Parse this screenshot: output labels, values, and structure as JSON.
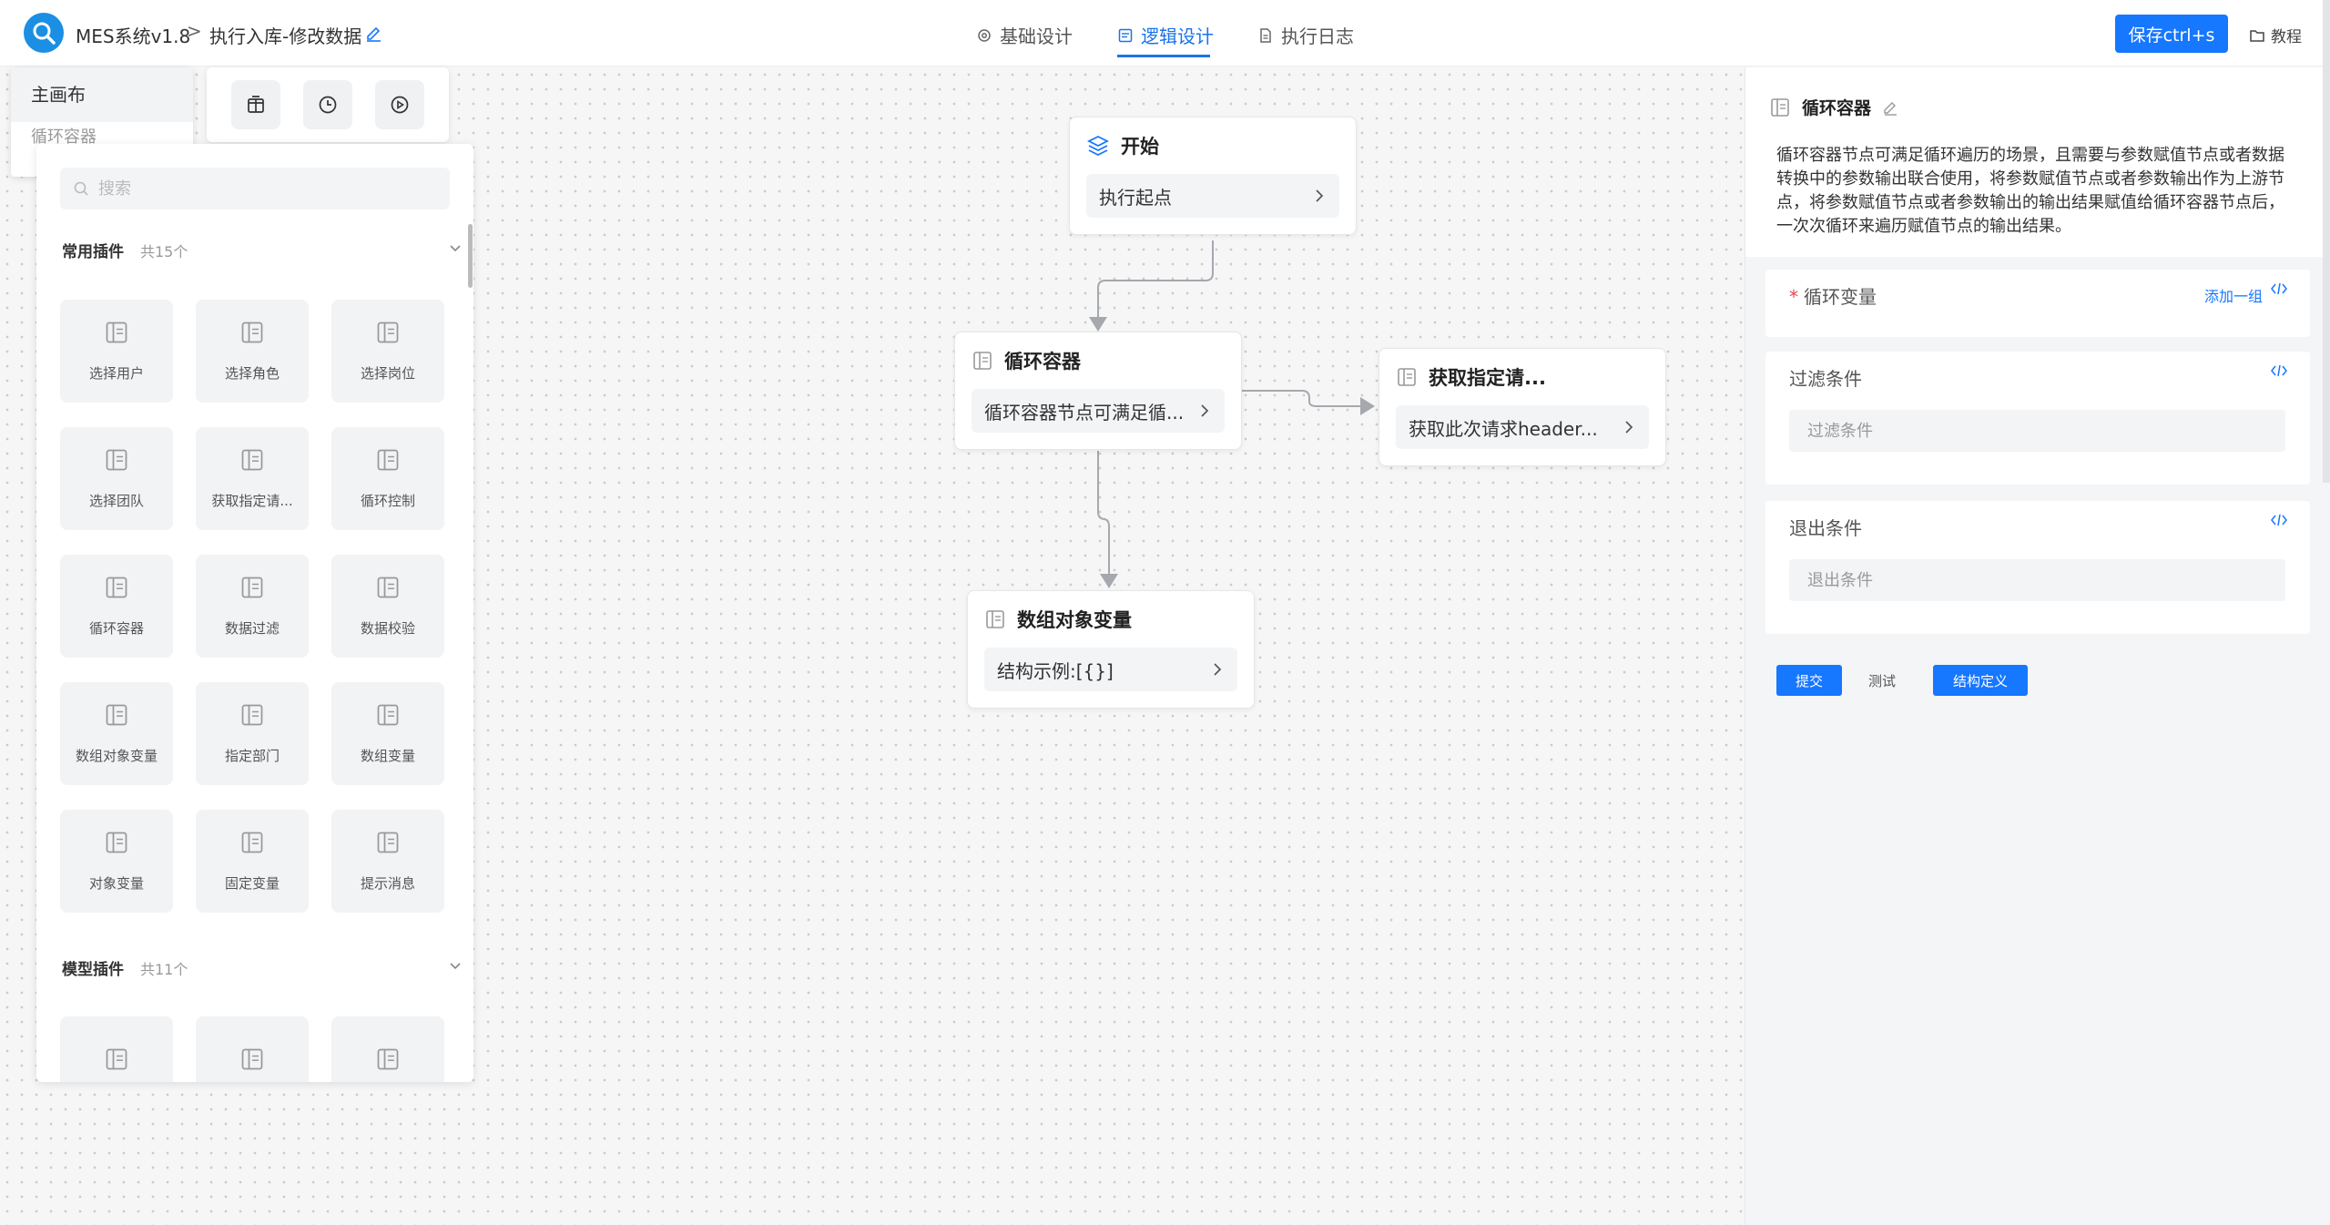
{
  "header": {
    "app_name": "MES系统v1.8",
    "separator": ">",
    "page_title": "执行入库-修改数据",
    "tabs": [
      {
        "label": "基础设计",
        "icon": "gear-icon"
      },
      {
        "label": "逻辑设计",
        "icon": "document-icon",
        "active": true
      },
      {
        "label": "执行日志",
        "icon": "file-icon"
      }
    ],
    "save_label": "保存ctrl+s",
    "tutorial_label": "教程",
    "accent_color": "#1677ff"
  },
  "canvas_menu": {
    "items": [
      "主画布",
      "循环容器"
    ]
  },
  "toolbar": {
    "icons": [
      "package-icon",
      "clock-icon",
      "play-icon"
    ]
  },
  "plugins": {
    "search_placeholder": "搜索",
    "sections": [
      {
        "title": "常用插件",
        "count": "共15个",
        "items": [
          "选择用户",
          "选择角色",
          "选择岗位",
          "选择团队",
          "获取指定请...",
          "循环控制",
          "循环容器",
          "数据过滤",
          "数据校验",
          "数组对象变量",
          "指定部门",
          "数组变量",
          "对象变量",
          "固定变量",
          "提示消息"
        ]
      },
      {
        "title": "模型插件",
        "count": "共11个",
        "items": [
          "",
          "",
          ""
        ]
      }
    ]
  },
  "nodes": [
    {
      "title": "开始",
      "body": "执行起点",
      "icon": "layers-icon"
    },
    {
      "title": "循环容器",
      "body": "循环容器节点可满足循...",
      "icon": "panel-icon"
    },
    {
      "title": "获取指定请...",
      "body": "获取此次请求header...",
      "icon": "panel-icon"
    },
    {
      "title": "数组对象变量",
      "body": "结构示例:[{}]",
      "icon": "panel-icon"
    }
  ],
  "right_panel": {
    "title": "循环容器",
    "description": "循环容器节点可满足循环遍历的场景，且需要与参数赋值节点或者数据转换中的参数输出联合使用，将参数赋值节点或者参数输出作为上游节点，将参数赋值节点或者参数输出的输出结果赋值给循环容器节点后，一次次循环来遍历赋值节点的输出结果。",
    "loop_var": {
      "required_mark": "*",
      "label": "循环变量",
      "add_label": "添加一组"
    },
    "filter": {
      "label": "过滤条件",
      "placeholder": "过滤条件"
    },
    "exit": {
      "label": "退出条件",
      "placeholder": "退出条件"
    },
    "buttons": {
      "submit": "提交",
      "test": "测试",
      "struct": "结构定义"
    }
  }
}
